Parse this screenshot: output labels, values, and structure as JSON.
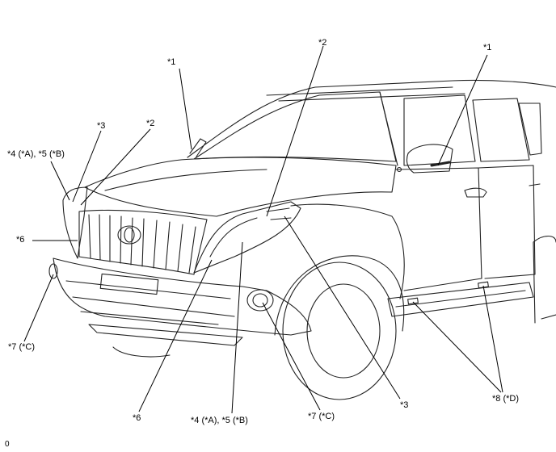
{
  "callouts": {
    "c1_top": "*1",
    "c1_right": "*1",
    "c2_top": "*2",
    "c2_left": "*2",
    "c3_left": "*3",
    "c3_bottom": "*3",
    "c45_left": "*4 (*A), *5 (*B)",
    "c45_bottom": "*4 (*A), *5 (*B)",
    "c6_left": "*6",
    "c6_bottom": "*6",
    "c7_left": "*7 (*C)",
    "c7_bottom": "*7 (*C)",
    "c8_bottom": "*8 (*D)"
  },
  "figure_id": "0",
  "colors": {
    "line": "#000000",
    "background": "#ffffff"
  }
}
